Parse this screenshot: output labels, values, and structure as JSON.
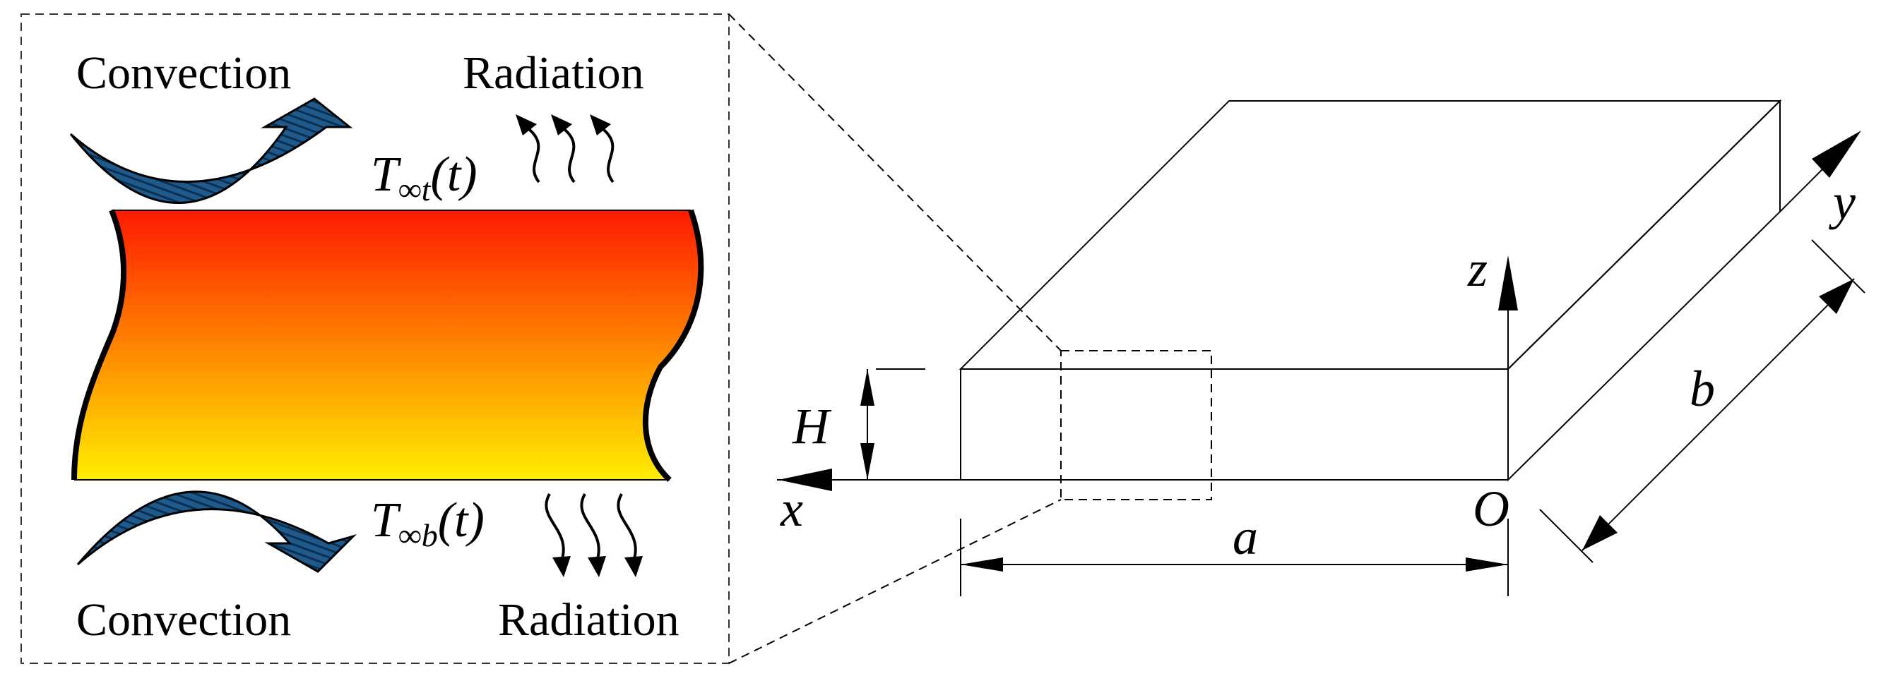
{
  "inset": {
    "top_left_label": "Convection",
    "top_right_label": "Radiation",
    "bottom_left_label": "Convection",
    "bottom_right_label": "Radiation",
    "top_temperature": {
      "base": "T",
      "subscript": "∞t",
      "argument": "(t)"
    },
    "bottom_temperature": {
      "base": "T",
      "subscript": "∞b",
      "argument": "(t)"
    },
    "gradient_colors": {
      "top": "#ff1a00",
      "bottom": "#ffee00"
    },
    "arrow_color": "#1f5a8c"
  },
  "plate": {
    "axis_x": "x",
    "axis_y": "y",
    "axis_z": "z",
    "origin": "O",
    "dim_length": "a",
    "dim_width": "b",
    "dim_height": "H"
  }
}
